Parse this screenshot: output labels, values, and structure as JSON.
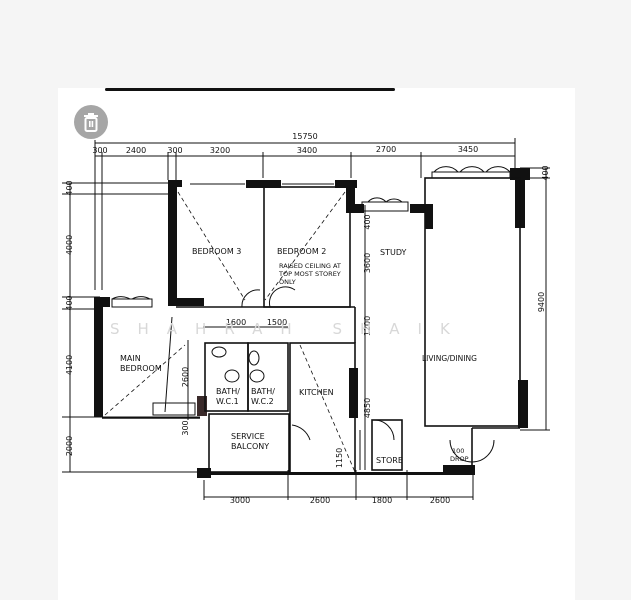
{
  "toolbar": {
    "delete_icon": "trash-icon"
  },
  "watermark": "SHAHRAH SHAIK",
  "plan": {
    "overall_width": "15750",
    "top_dims": [
      "300",
      "2400",
      "300",
      "3200",
      "3400",
      "2700",
      "3450"
    ],
    "bottom_dims": [
      "3000",
      "2600",
      "1800",
      "2600"
    ],
    "left_dims": [
      "400",
      "4000",
      "400",
      "4100",
      "2000"
    ],
    "right_dims": [
      "400",
      "9400"
    ],
    "inner_dims": {
      "d1600": "1600",
      "d1500": "1500",
      "d2600": "2600",
      "d300": "300",
      "d400": "400",
      "d3600": "3600",
      "d1200": "1200",
      "d4850": "4850",
      "d1150": "1150"
    },
    "rooms": {
      "bedroom3": "BEDROOM 3",
      "bedroom2": "BEDROOM 2",
      "bedroom2_note": [
        "RAISED CEILING AT",
        "TOP MOST STOREY",
        "ONLY"
      ],
      "study": "STUDY",
      "main_bedroom": [
        "MAIN",
        "BEDROOM"
      ],
      "living_dining": "LIVING/DINING",
      "bath1": [
        "BATH/",
        "W.C.1"
      ],
      "bath2": [
        "BATH/",
        "W.C.2"
      ],
      "kitchen": "KITCHEN",
      "service_balcony": [
        "SERVICE",
        "BALCONY"
      ],
      "store": "STORE",
      "refuse": [
        "100",
        "DROP"
      ]
    }
  }
}
